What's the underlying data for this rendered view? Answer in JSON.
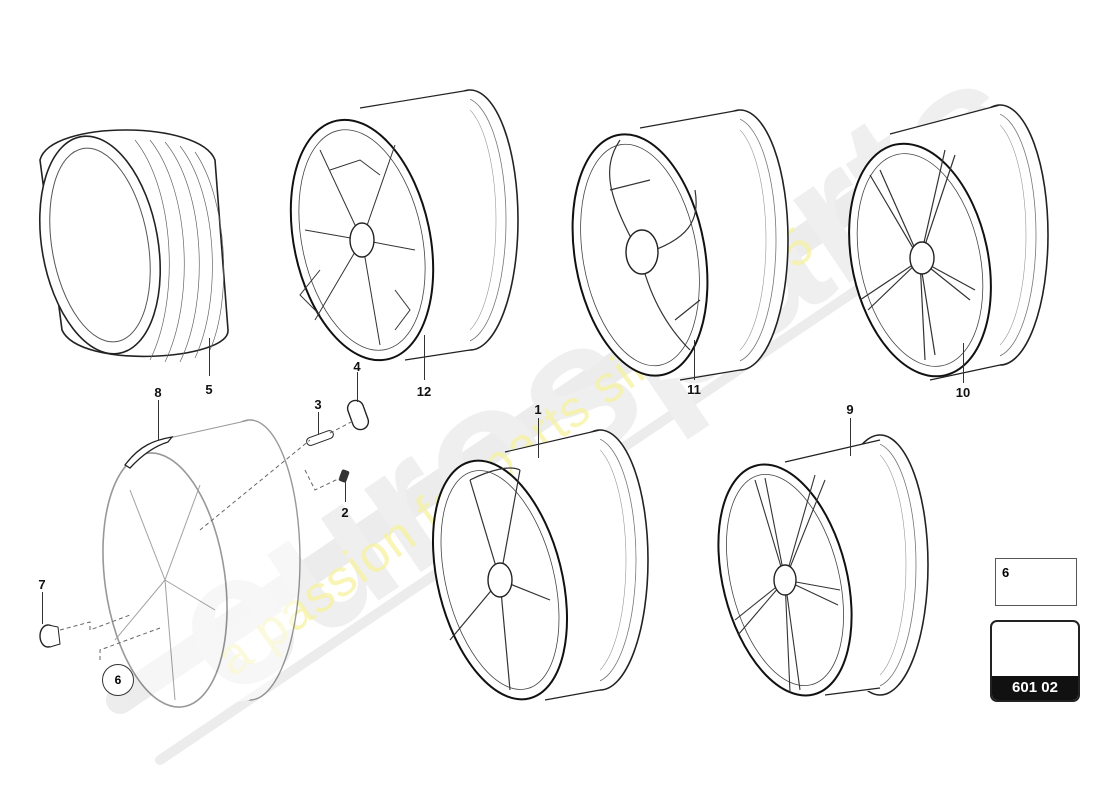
{
  "diagram": {
    "type": "exploded-parts-diagram",
    "subject": "wheels and tyre assembly",
    "page_reference": "601 02",
    "watermark": {
      "brand_text": "eurosparts",
      "slogan": "a passion for parts since 1985",
      "slogan_color": "#f6f2a0",
      "brand_color": "#e6e6e6"
    },
    "callouts": [
      {
        "id": "1",
        "label": "1",
        "part": "alloy wheel (5-spoke Y design)"
      },
      {
        "id": "2",
        "label": "2",
        "part": "valve"
      },
      {
        "id": "3",
        "label": "3",
        "part": "valve stem"
      },
      {
        "id": "4",
        "label": "4",
        "part": "tyre pressure sensor"
      },
      {
        "id": "5",
        "label": "5",
        "part": "tyre"
      },
      {
        "id": "6",
        "label": "6",
        "part": "wheel bolt"
      },
      {
        "id": "7",
        "label": "7",
        "part": "center cap"
      },
      {
        "id": "8",
        "label": "8",
        "part": "balance weight"
      },
      {
        "id": "9",
        "label": "9",
        "part": "alloy wheel (twin 5-spoke)"
      },
      {
        "id": "10",
        "label": "10",
        "part": "alloy wheel (5 double-spoke)"
      },
      {
        "id": "11",
        "label": "11",
        "part": "alloy wheel (3-spoke)"
      },
      {
        "id": "12",
        "label": "12",
        "part": "alloy wheel (Y multi-spoke)"
      }
    ],
    "inset": {
      "label": "6",
      "part": "wheel bolt"
    },
    "circled_reference": "6"
  }
}
